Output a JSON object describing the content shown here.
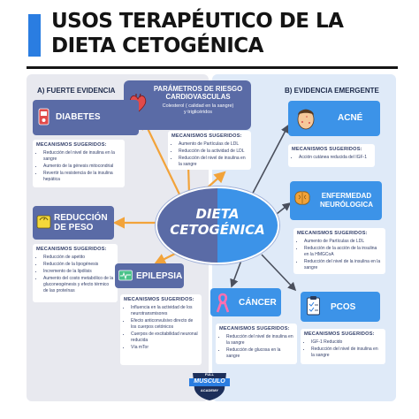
{
  "title": {
    "line1": "USOS TERAPÉUTICO DE LA",
    "line2": "DIETA CETOGÉNICA"
  },
  "center": {
    "line1": "DIETA",
    "line2": "CETOGÉNICA"
  },
  "left": {
    "heading": "A) FUERTE EVIDENCIA",
    "parametros": {
      "title1": "PARÁMETROS DE RIESGO",
      "title2": "CARDIOVASCULAS",
      "sub1": "Colesterol ( calidad en la sangre)",
      "sub2": "y triglicéridos",
      "mech_title": "MECANISMOS SUGERIDOS:",
      "items": [
        "Aumento de Partículas de LDL",
        "Reducción de la actividad de LDL",
        "Reducción del nivel de insulina en la sangre"
      ]
    },
    "diabetes": {
      "title": "DIABETES",
      "mech_title": "MECANISMOS SUGERIDOS:",
      "items": [
        "Reducción del nivel de insulina en la sangre",
        "Aumento de la génesis mitocondrial",
        "Revertir la resistencia de la insulina hepática"
      ]
    },
    "reduccion": {
      "title1": "REDUCCIÓN",
      "title2": "DE PESO",
      "mech_title": "MECANISMOS SUGERIDOS:",
      "items": [
        "Reducción de apetito",
        "Reducción de la lipogénesis",
        "Incremento de la lipólisis",
        "Aumento del costo metabólico de la gluconeogénesis y efecto térmico de las proteínas"
      ]
    },
    "epilepsia": {
      "title": "EPILEPSIA",
      "mech_title": "MECANISMOS SUGERIDOS:",
      "items": [
        "Influencia en la actividad de los neurotransmisores",
        "Efecto anticonvulsivo directo de los cuerpos cetónicos",
        "Cuerpos de excitabilidad neuronal reducida",
        "Vía mTor"
      ]
    }
  },
  "right": {
    "heading": "B) EVIDENCIA EMERGENTE",
    "acne": {
      "title": "ACNÉ",
      "mech_title": "MECANISMOS SUGERIDOS:",
      "items": [
        "Acción cutánea reducida del IGF-1"
      ]
    },
    "enfermedad": {
      "title1": "ENFERMEDAD",
      "title2": "NEURÓLOGICA",
      "mech_title": "MECANISMOS SUGERIDOS:",
      "items": [
        "Aumento de Partículas de LDL",
        "Reducción de la acción de la insulina en la HMGCoA",
        "Reducción del nivel de la insulina en la sangre"
      ]
    },
    "cancer": {
      "title": "CÁNCER",
      "mech_title": "MECANISMOS SUGERIDOS:",
      "items": [
        "Reducción del nivel de insulina en la sangre",
        "Reducción de glucosa en la sangre"
      ]
    },
    "pcos": {
      "title": "PCOS",
      "mech_title": "MECANISMOS SUGERIDOS:",
      "items": [
        "IGF-1 Reducido",
        "Reducción del nivel de insulina en la sangre"
      ]
    }
  },
  "logo": {
    "top": "FULL",
    "main": "MUSCULO",
    "bottom": "ACADEMY"
  },
  "colors": {
    "dark_box": "#5a6ba6",
    "light_box": "#3c93e8",
    "left_panel": "#e8e9ef",
    "right_panel": "#dfeaf8",
    "arrow_orange": "#f2a33a",
    "arrow_dark": "#4a4f5c",
    "title_accent": "#2a7de1"
  }
}
